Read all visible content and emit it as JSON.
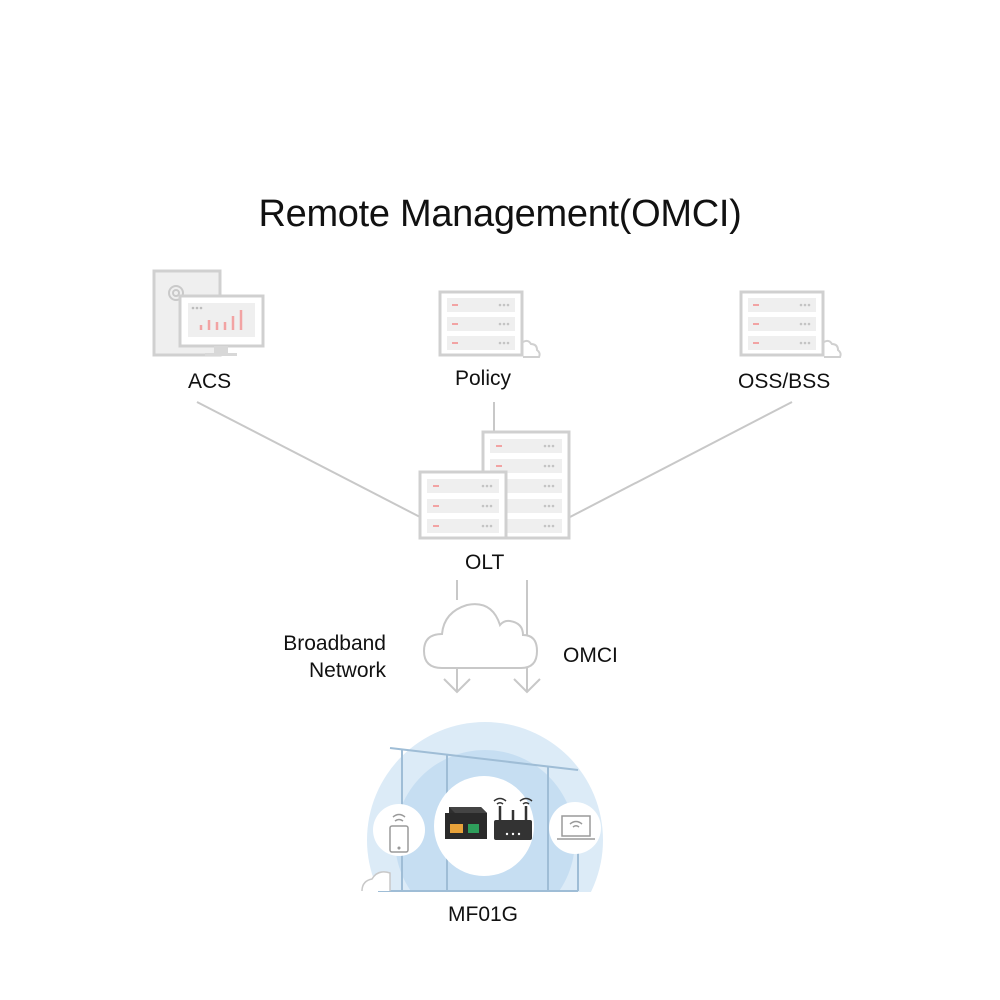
{
  "title": "Remote Management(OMCI)",
  "nodes": {
    "acs": {
      "label": "ACS",
      "icon": "monitor-chart-icon"
    },
    "policy": {
      "label": "Policy",
      "icon": "server-icon"
    },
    "oss_bss": {
      "label": "OSS/BSS",
      "icon": "server-icon"
    },
    "olt": {
      "label": "OLT",
      "icon": "server-stack-icon"
    },
    "mf01g": {
      "label": "MF01G",
      "icon": "home-network-icon"
    }
  },
  "links": [
    {
      "from": "acs",
      "to": "olt"
    },
    {
      "from": "policy",
      "to": "olt"
    },
    {
      "from": "oss_bss",
      "to": "olt"
    },
    {
      "from": "olt",
      "to": "mf01g",
      "label": "Broadband Network",
      "via": "cloud-icon"
    },
    {
      "from": "olt",
      "to": "mf01g",
      "label": "OMCI"
    }
  ],
  "edge_labels": {
    "broadband_line1": "Broadband",
    "broadband_line2": "Network",
    "omci": "OMCI"
  },
  "colors": {
    "line": "#c8c8c8",
    "accent_red": "#f2a3a3",
    "panel": "#efefef",
    "halo_outer": "#dcebf7",
    "halo_inner": "#c6def2",
    "device_dark": "#333333",
    "port_orange": "#e8a23a",
    "port_green": "#2e9e5b"
  }
}
